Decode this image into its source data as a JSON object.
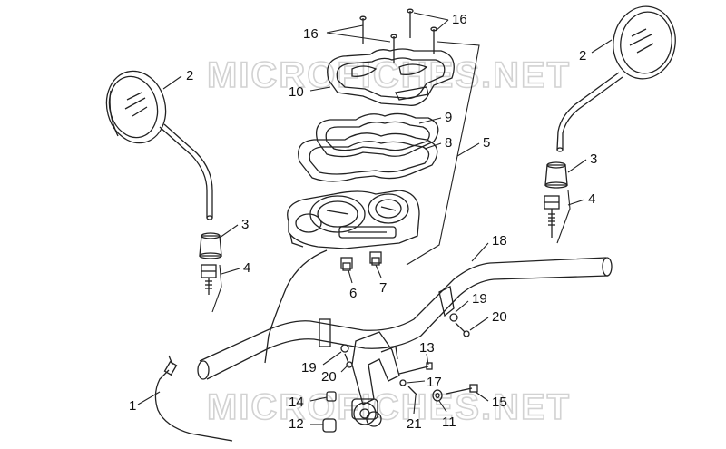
{
  "watermark": {
    "top": "MICROFICHES.NET",
    "bottom": "MICROFICHES.NET"
  },
  "callouts": [
    {
      "id": "c16a",
      "text": "16"
    },
    {
      "id": "c16b",
      "text": "16"
    },
    {
      "id": "c2l",
      "text": "2"
    },
    {
      "id": "c2r",
      "text": "2"
    },
    {
      "id": "c10",
      "text": "10"
    },
    {
      "id": "c9",
      "text": "9"
    },
    {
      "id": "c8",
      "text": "8"
    },
    {
      "id": "c5",
      "text": "5"
    },
    {
      "id": "c3r",
      "text": "3"
    },
    {
      "id": "c4r",
      "text": "4"
    },
    {
      "id": "c3l",
      "text": "3"
    },
    {
      "id": "c4l",
      "text": "4"
    },
    {
      "id": "c18",
      "text": "18"
    },
    {
      "id": "c6",
      "text": "6"
    },
    {
      "id": "c7",
      "text": "7"
    },
    {
      "id": "c19r",
      "text": "19"
    },
    {
      "id": "c20r",
      "text": "20"
    },
    {
      "id": "c13",
      "text": "13"
    },
    {
      "id": "c19l",
      "text": "19"
    },
    {
      "id": "c20l",
      "text": "20"
    },
    {
      "id": "c17",
      "text": "17"
    },
    {
      "id": "c1",
      "text": "1"
    },
    {
      "id": "c14",
      "text": "14"
    },
    {
      "id": "c15",
      "text": "15"
    },
    {
      "id": "c12",
      "text": "12"
    },
    {
      "id": "c21",
      "text": "21"
    },
    {
      "id": "c11",
      "text": "11"
    }
  ]
}
